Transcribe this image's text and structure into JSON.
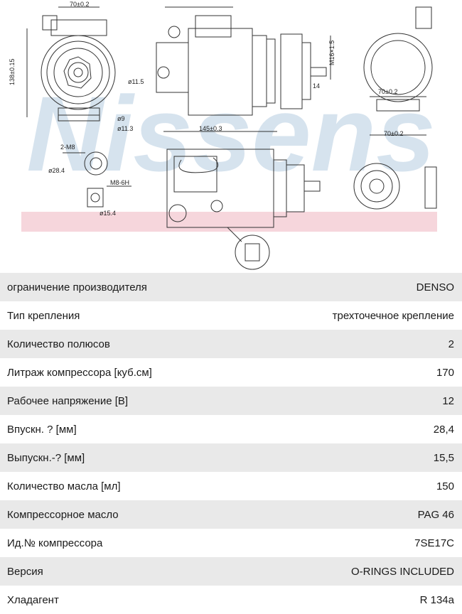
{
  "drawing": {
    "watermark": "Nissens",
    "dims": {
      "d1": "70±0.2",
      "d2": "138±0.15",
      "d3": "ø11.5",
      "d4": "M16×1.5",
      "d5": "14",
      "d6": "70±0.2",
      "d7": "ø9",
      "d8": "ø11.3",
      "d9": "145±0.3",
      "d10": "70±0.2",
      "d11": "2-M8",
      "d12": "ø28.4",
      "d13": "M8-6H",
      "d14": "ø15.4"
    }
  },
  "specs": [
    {
      "label": "ограничение производителя",
      "value": "DENSO"
    },
    {
      "label": "Тип крепления",
      "value": "трехточечное крепление"
    },
    {
      "label": "Количество полюсов",
      "value": "2"
    },
    {
      "label": "Литраж компрессора [куб.см]",
      "value": "170"
    },
    {
      "label": "Рабочее напряжение [В]",
      "value": "12"
    },
    {
      "label": "Впускн. ? [мм]",
      "value": "28,4"
    },
    {
      "label": "Выпускн.-? [мм]",
      "value": "15,5"
    },
    {
      "label": "Количество масла [мл]",
      "value": "150"
    },
    {
      "label": "Компрессорное масло",
      "value": "PAG 46"
    },
    {
      "label": "Ид.№ компрессора",
      "value": "7SE17C"
    },
    {
      "label": "Версия",
      "value": "O-RINGS INCLUDED"
    },
    {
      "label": "Хладагент",
      "value": "R 134a"
    }
  ]
}
